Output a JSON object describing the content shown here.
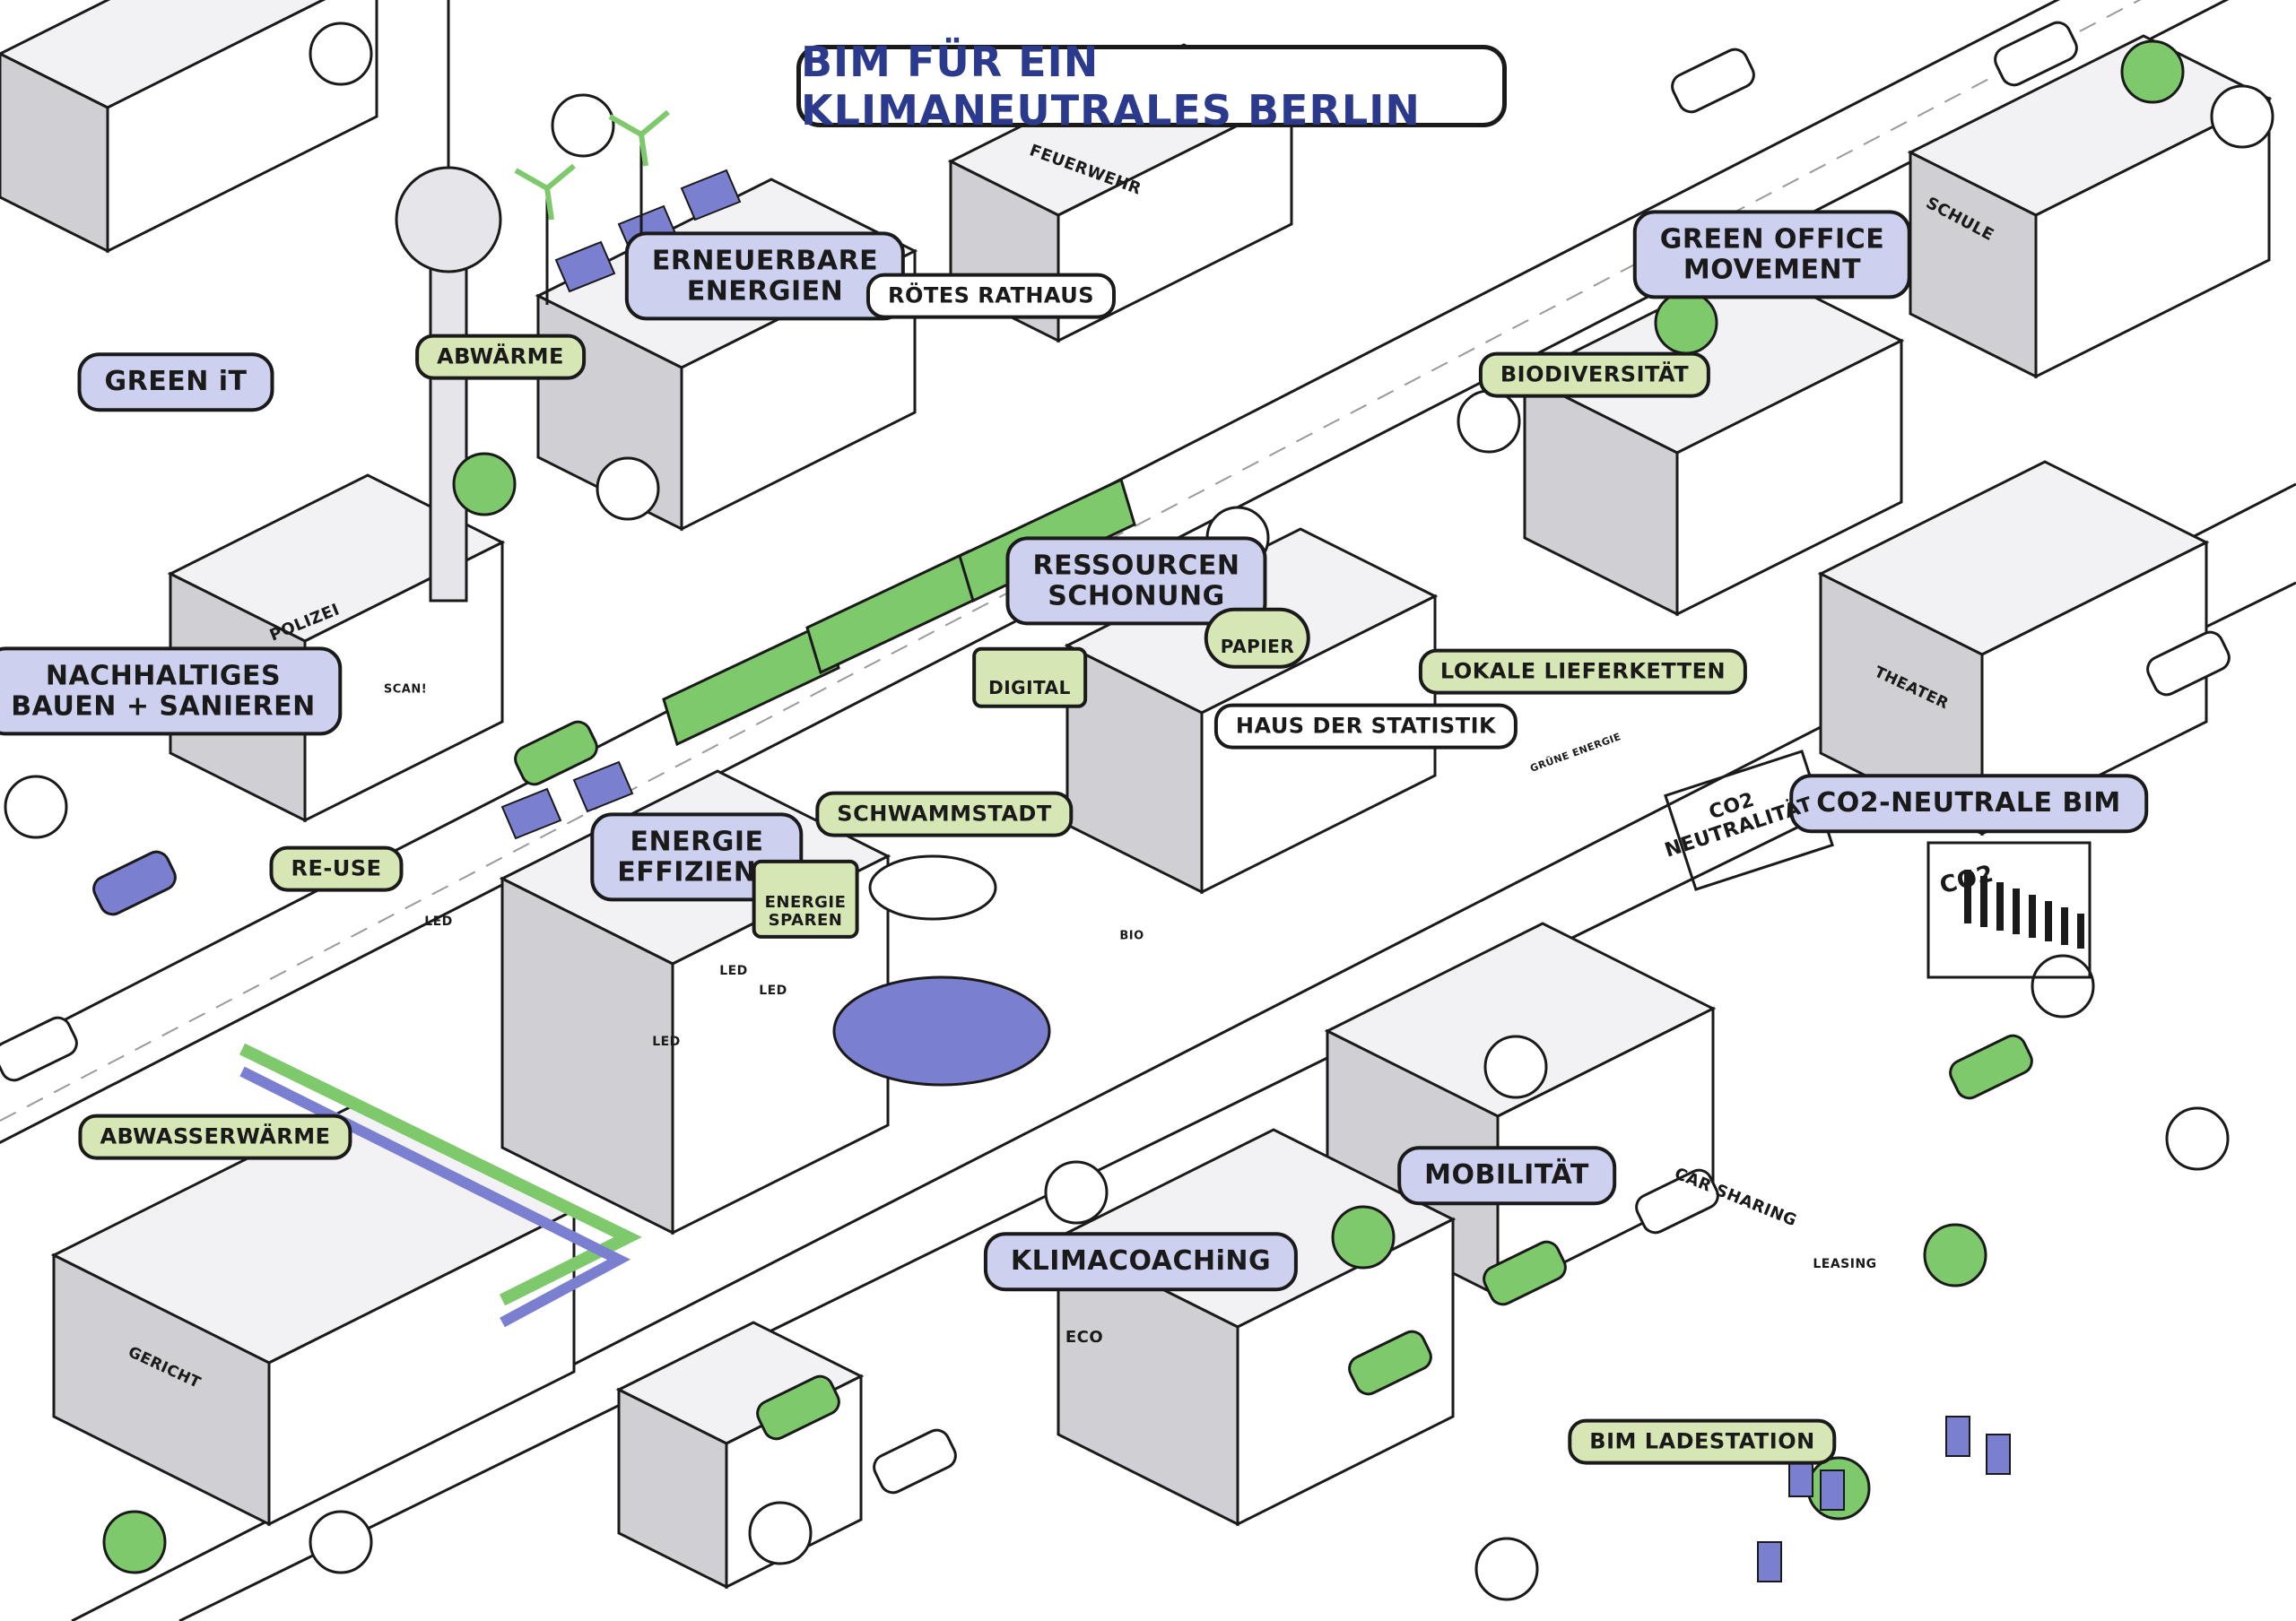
{
  "title": "BIM FÜR EIN KLIMANEUTRALES BERLIN",
  "colors": {
    "blue": "#cdd0ee",
    "green": "#d7e6b5",
    "title": "#2b3a8c",
    "accent_green": "#7ec96b",
    "accent_blue": "#7b7fd0",
    "gray": "#d0d0d4"
  },
  "labels": {
    "green_it": "GREEN iT",
    "abwaerme": "ABWÄRME",
    "erneuerbare": "ERNEUERBARE\nENERGIEN",
    "rotes_rathaus": "RÖTES RATHAUS",
    "feuerwehr": "FEUERWEHR",
    "green_office": "GREEN OFFICE\nMOVEMENT",
    "schule": "SCHULE",
    "biodiversitaet": "BIODIVERSITÄT",
    "ressourcen": "RESSOURCEN\nSCHONUNG",
    "papier": "PAPIER",
    "digital": "DIGITAL",
    "lokale": "LOKALE LIEFERKETTEN",
    "haus_statistik": "HAUS DER STATISTIK",
    "polizei": "POLIZEI",
    "nachhaltiges": "NACHHALTIGES\nBAUEN + SANIEREN",
    "re_use": "RE-USE",
    "schwammstadt": "SCHWAMMSTADT",
    "energie_effizienz": "ENERGIE\nEFFIZIENZ",
    "energie_sparen": "ENERGIE\nSPAREN",
    "co2_neutrale": "CO2-NEUTRALE BIM",
    "co2_neutralitaet": "CO2\nNEUTRALITÄT",
    "co2": "CO2",
    "theater": "THEATER",
    "abwasserwaerme": "ABWASSERWÄRME",
    "mobilitaet": "MOBILITÄT",
    "car_sharing": "CAR SHARING",
    "leasing": "LEASING",
    "klimacoaching": "KLIMACOACHiNG",
    "eco": "ECO",
    "gericht": "GERICHT",
    "bim_ladestation": "BIM LADESTATION",
    "led": "LED",
    "scan": "SCAN!",
    "bio": "BIO",
    "gruene_energie": "GRÜNE ENERGIE"
  }
}
